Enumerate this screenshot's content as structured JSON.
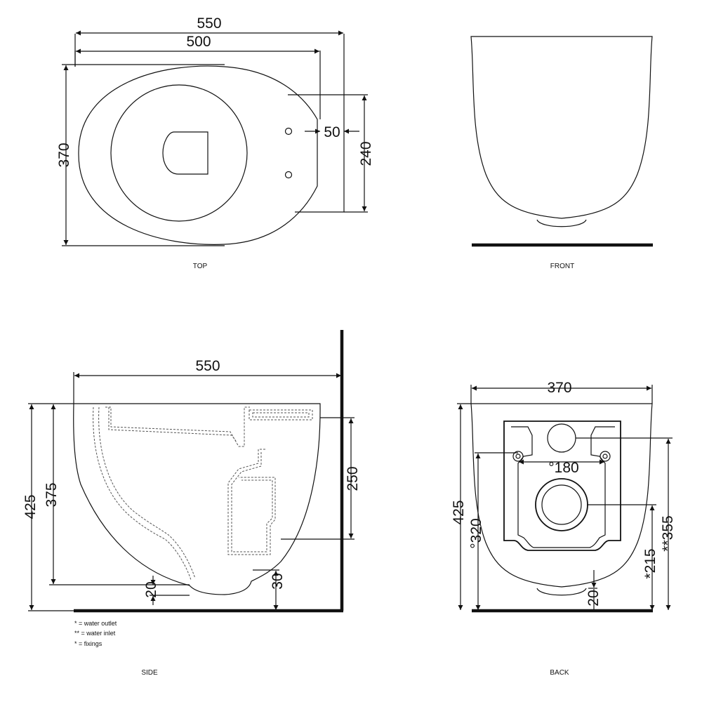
{
  "views": {
    "top": {
      "caption": "TOP",
      "dims": {
        "overall_length": "550",
        "bowl_length": "500",
        "width": "370",
        "rear_depth": "240",
        "fixing_offset": "50"
      }
    },
    "front": {
      "caption": "FRONT"
    },
    "side": {
      "caption": "SIDE",
      "dims": {
        "length": "550",
        "total_height": "425",
        "height": "375",
        "inlet_height": "250",
        "base_offset": "20",
        "outlet_height": "30"
      }
    },
    "back": {
      "caption": "BACK",
      "dims": {
        "width": "370",
        "height": "425",
        "fixings_center": "°320",
        "fixings_spacing": "°180",
        "inlet": "**355",
        "outlet": "*215",
        "base": "20"
      }
    }
  },
  "legend": {
    "outlet": "* = water outlet",
    "inlet": "** = water inlet",
    "fixings": "* = fixings"
  }
}
